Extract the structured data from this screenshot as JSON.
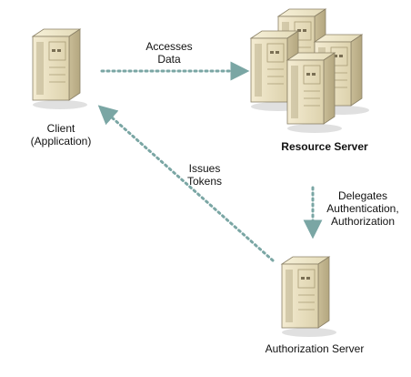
{
  "nodes": {
    "client": {
      "line1": "Client",
      "line2": "(Application)"
    },
    "resource_server": {
      "label": "Resource Server"
    },
    "authorization_server": {
      "label": "Authorization Server"
    }
  },
  "edges": {
    "accesses_data": {
      "line1": "Accesses",
      "line2": "Data"
    },
    "issues_tokens": {
      "line1": "Issues",
      "line2": "Tokens"
    },
    "delegates": {
      "line1": "Delegates",
      "line2": "Authentication,",
      "line3": "Authorization"
    }
  },
  "colors": {
    "arrow": "#7aa6a4",
    "server_body": "#f2ead0",
    "server_outline": "#8a8066"
  },
  "icons": {
    "server": "server-icon",
    "arrow": "dotted-arrow"
  }
}
